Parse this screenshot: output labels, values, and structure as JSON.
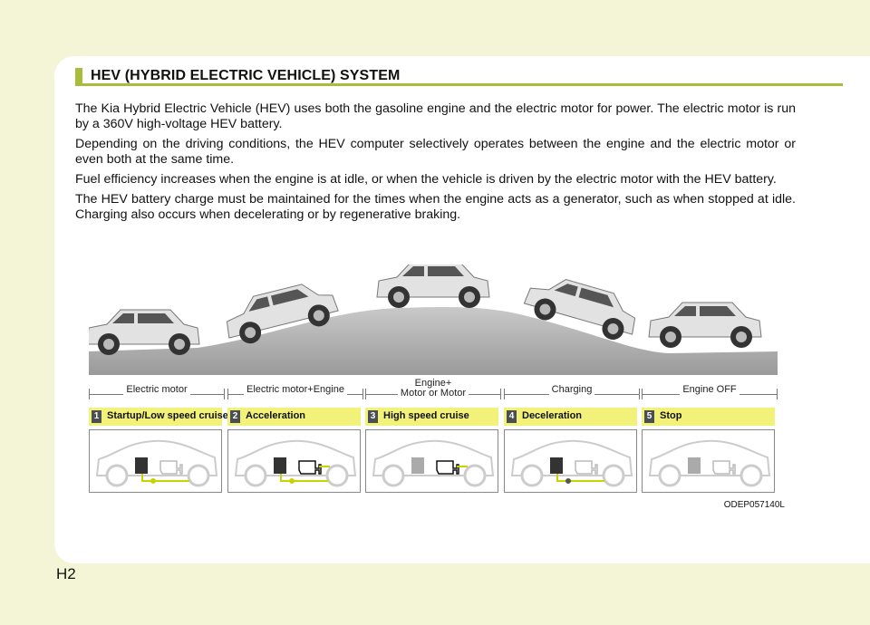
{
  "header": {
    "title": "HEV (HYBRID ELECTRIC VEHICLE) SYSTEM"
  },
  "paragraphs": [
    "The Kia Hybrid Electric Vehicle (HEV) uses both the gasoline engine and the electric motor for power. The electric motor is run by a 360V high-voltage HEV battery.",
    "Depending on the driving conditions, the HEV computer selectively operates between the engine and the electric motor or even both at the same time.",
    "Fuel efficiency increases when the engine is at idle, or when the vehicle is driven by the electric motor with the HEV battery.",
    "The HEV battery charge must be maintained for the times when the engine acts as a generator, such as when stopped at idle. Charging also occurs when decelerating or by regenerative braking."
  ],
  "modes": [
    {
      "power": "Electric motor",
      "num": "1",
      "label": "Startup/Low speed cruise",
      "battery": true,
      "engine": false,
      "flow": "battery"
    },
    {
      "power": "Electric motor+Engine",
      "num": "2",
      "label": "Acceleration",
      "battery": true,
      "engine": true,
      "flow": "both"
    },
    {
      "power": "Engine+\nMotor or Motor",
      "num": "3",
      "label": "High speed cruise",
      "battery": false,
      "engine": true,
      "flow": "engine"
    },
    {
      "power": "Charging",
      "num": "4",
      "label": "Deceleration",
      "battery": true,
      "engine": false,
      "flow": "charge"
    },
    {
      "power": "Engine OFF",
      "num": "5",
      "label": "Stop",
      "battery": false,
      "engine": false,
      "flow": "none"
    }
  ],
  "figure_code": "ODEP057140L",
  "page_number": "H2",
  "colors": {
    "accent": "#a8bd3a",
    "step_bg": "#f2f27a",
    "flow": "#c8d400"
  }
}
